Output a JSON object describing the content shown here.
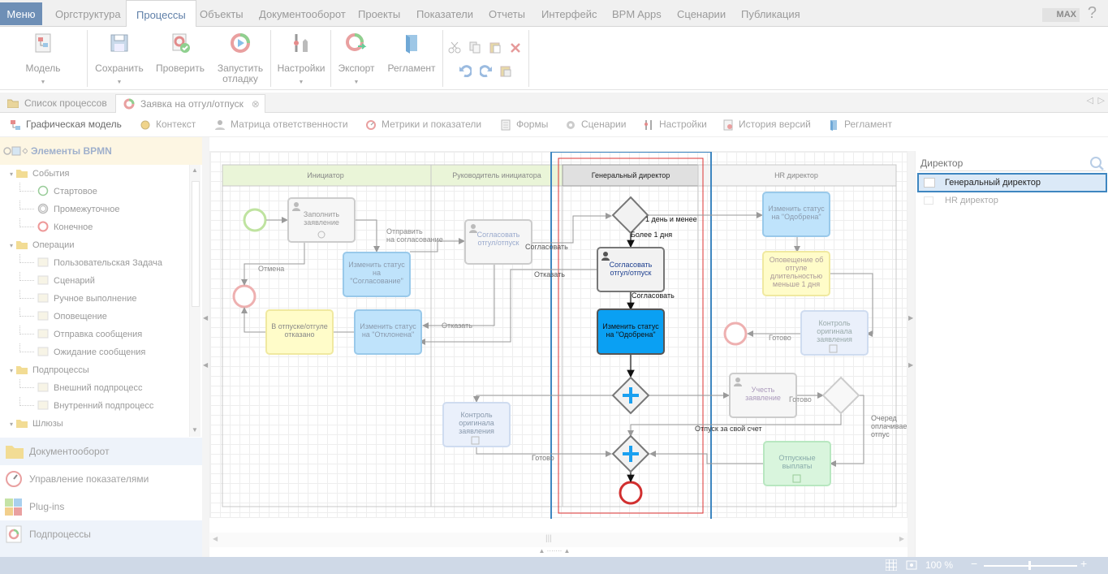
{
  "menubar": {
    "menu_label": "Меню",
    "tabs": [
      "Оргструктура",
      "Процессы",
      "Объекты",
      "Документооборот",
      "Проекты",
      "Показатели",
      "Отчеты",
      "Интерфейс",
      "BPM Apps",
      "Сценарии",
      "Публикация"
    ],
    "active_tab": "Процессы",
    "edition_badge": "MAX",
    "help_glyph": "?"
  },
  "ribbon": {
    "buttons": [
      {
        "label": "Модель",
        "icon": "model-icon"
      },
      {
        "label": "Сохранить",
        "icon": "save-icon"
      },
      {
        "label": "Проверить",
        "icon": "check-icon"
      },
      {
        "label": "Запустить\nотладку",
        "icon": "debug-icon"
      },
      {
        "label": "Настройки",
        "icon": "settings-tools-icon"
      },
      {
        "label": "Экспорт",
        "icon": "export-icon"
      },
      {
        "label": "Регламент",
        "icon": "regulation-icon"
      }
    ]
  },
  "doc_tabs": [
    {
      "label": "Список процессов",
      "icon": "folder-icon"
    },
    {
      "label": "Заявка на отгул/отпуск",
      "icon": "process-icon",
      "closable": true
    }
  ],
  "view_tabs": [
    "Графическая модель",
    "Контекст",
    "Матрица ответственности",
    "Метрики и показатели",
    "Формы",
    "Сценарии",
    "Настройки",
    "История версий",
    "Регламент"
  ],
  "left_panel": {
    "title": "Элементы BPMN",
    "tree": [
      {
        "label": "События",
        "level": 0
      },
      {
        "label": "Стартовое",
        "level": 1
      },
      {
        "label": "Промежуточное",
        "level": 1
      },
      {
        "label": "Конечное",
        "level": 1
      },
      {
        "label": "Операции",
        "level": 0
      },
      {
        "label": "Пользовательская Задача",
        "level": 1
      },
      {
        "label": "Сценарий",
        "level": 1
      },
      {
        "label": "Ручное выполнение",
        "level": 1
      },
      {
        "label": "Оповещение",
        "level": 1
      },
      {
        "label": "Отправка сообщения",
        "level": 1
      },
      {
        "label": "Ожидание сообщения",
        "level": 1
      },
      {
        "label": "Подпроцессы",
        "level": 0
      },
      {
        "label": "Внешний подпроцесс",
        "level": 1
      },
      {
        "label": "Внутренний подпроцесс",
        "level": 1
      },
      {
        "label": "Шлюзы",
        "level": 0
      }
    ],
    "sections": [
      "Документооборот",
      "Управление показателями",
      "Plug-ins",
      "Подпроцессы"
    ]
  },
  "diagram": {
    "lanes": [
      "Инициатор",
      "Руководитель инициатора",
      "Генеральный директор",
      "HR директор"
    ],
    "tasks": {
      "fill_request": "Заполнить\nзаявление",
      "set_status_approval": "Изменить статус\nна\n\"Согласование\"",
      "approve_mgr": "Согласовать\nотгул/отпуск",
      "approve_gd": "Согласовать\nотгул/отпуск",
      "set_status_approved_gd": "Изменить статус\nна \"Одобрена\"",
      "set_status_approved_hr": "Изменить статус\nна \"Одобрена\"",
      "notify_short": "Оповещение об\nотгуле\nдлительностью\nменьше 1 дня",
      "control_original_hr": "Контроль\nоригинала\nзаявления",
      "set_status_rejected": "Изменить статус\nна \"Отклонена\"",
      "refused_note": "В отпуске/отгуле\nотказано",
      "account_request": "Учесть\nзаявление",
      "control_original_mgr": "Контроль\nоригинала\nзаявления",
      "vacation_pay": "Отпускные\nвыплаты"
    },
    "flow_labels": {
      "send_for_approval": "Отправить\nна согласование",
      "cancel": "Отмена",
      "approve1": "Согласовать",
      "refuse1": "Отказать",
      "refuse2": "Отказать",
      "one_day_less": "1 день и менее",
      "more_one_day": "Более 1 дня",
      "approve2": "Согласовать",
      "done1": "Готово",
      "done2": "Готово",
      "done3": "Готово",
      "unpaid": "Отпуск за свой счет",
      "next_paid": "Очеред\nоплачивае\nотпус"
    }
  },
  "right_panel": {
    "search_placeholder": "Директор",
    "results": [
      "Генеральный директор",
      "HR директор"
    ],
    "selected": "Генеральный директор"
  },
  "status": {
    "zoom": "100 %"
  },
  "colors": {
    "accent": "#3e86c0",
    "selected_task": "#0aa0f3",
    "task_blue": "#bfe3fb",
    "note_yellow": "#fffcc9",
    "green_task": "#d9f5dd",
    "end_event": "#d12f2f"
  }
}
